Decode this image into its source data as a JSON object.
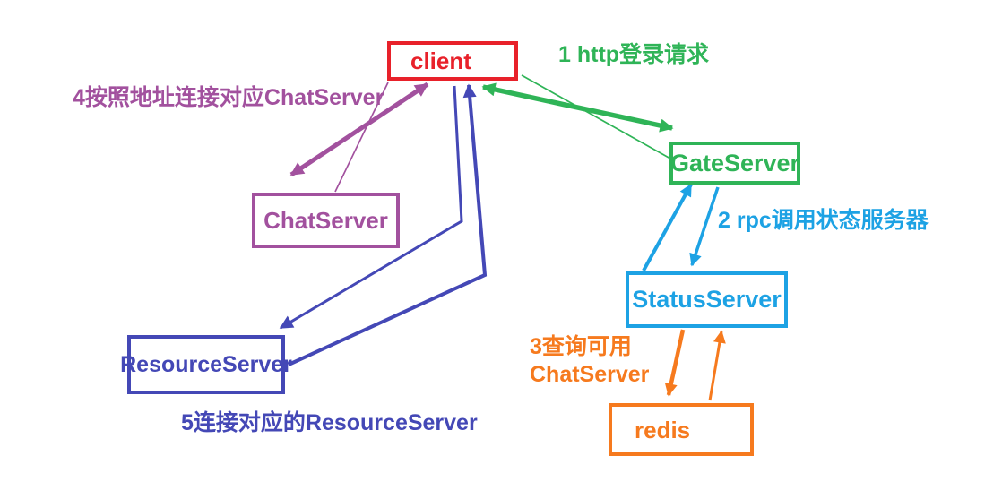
{
  "diagram": {
    "description": "chat-server-architecture-flow",
    "colors": {
      "red": "#E8212A",
      "green": "#2FB457",
      "cyan": "#1DA2E4",
      "orange": "#F67A1E",
      "purple": "#A2519E",
      "blue": "#4448B6"
    },
    "nodes": {
      "client": {
        "label": "client",
        "color": "#E8212A"
      },
      "gate_server": {
        "label": "GateServer",
        "color": "#2FB457"
      },
      "status_server": {
        "label": "StatusServer",
        "color": "#1DA2E4"
      },
      "chat_server": {
        "label": "ChatServer",
        "color": "#A2519E"
      },
      "resource_server": {
        "label": "ResourceServer",
        "color": "#4448B6"
      },
      "redis": {
        "label": "redis",
        "color": "#F67A1E"
      }
    },
    "steps": {
      "step1": {
        "label": "1 http登录请求",
        "color": "#2FB457",
        "from": "client",
        "to": "gate_server"
      },
      "step2": {
        "label": "2 rpc调用状态服务器",
        "color": "#1DA2E4",
        "from": "gate_server",
        "to": "status_server"
      },
      "step3": {
        "label_line1": "3查询可用",
        "label_line2": "ChatServer",
        "color": "#F67A1E",
        "from": "status_server",
        "to": "redis"
      },
      "step4": {
        "label": "4按照地址连接对应ChatServer",
        "color": "#A2519E",
        "from": "client",
        "to": "chat_server"
      },
      "step5": {
        "label": "5连接对应的ResourceServer",
        "color": "#4448B6",
        "from": "client",
        "to": "resource_server"
      }
    }
  }
}
